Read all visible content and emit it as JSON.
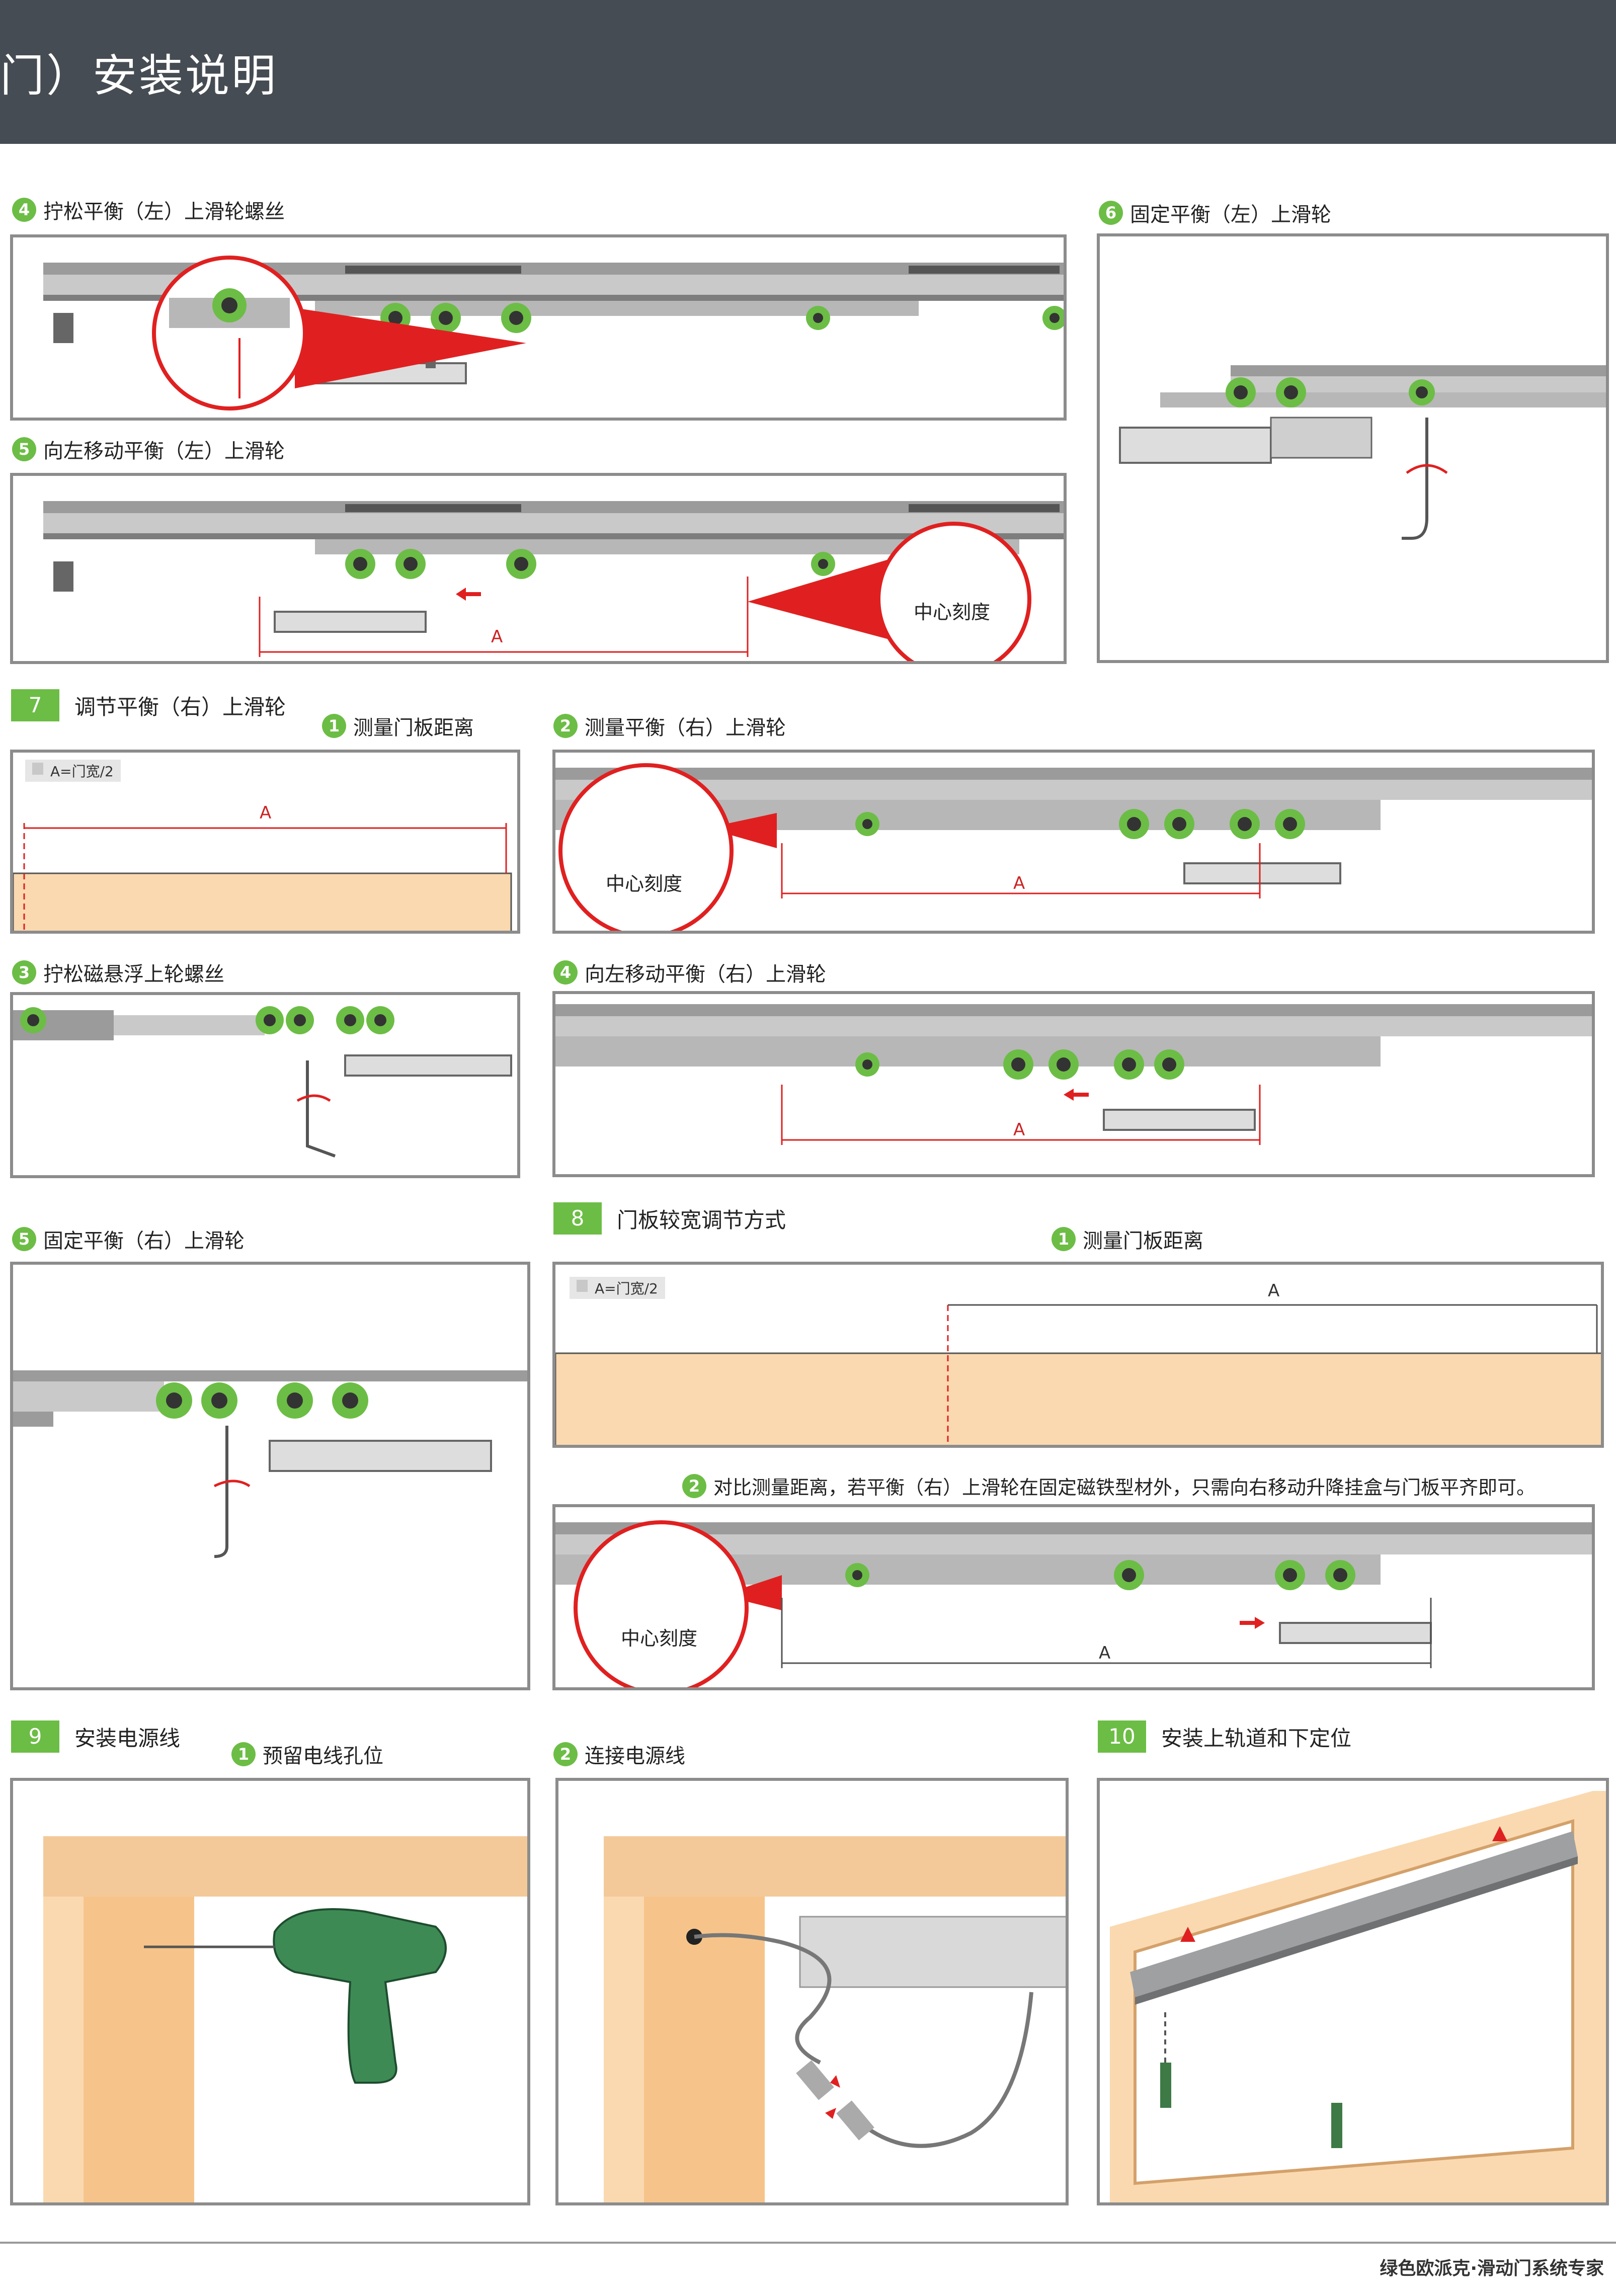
{
  "header": {
    "title": "门）安装说明"
  },
  "step4": {
    "num": "4",
    "label": "拧松平衡（左）上滑轮螺丝"
  },
  "step5": {
    "num": "5",
    "label": "向左移动平衡（左）上滑轮",
    "dim": "A",
    "circle": "中心刻度"
  },
  "step6": {
    "num": "6",
    "label": "固定平衡（左）上滑轮"
  },
  "sec7": {
    "num": "7",
    "title": "调节平衡（右）上滑轮",
    "s1": {
      "num": "1",
      "label": "测量门板距离",
      "note": "A=门宽/2",
      "dim": "A"
    },
    "s2": {
      "num": "2",
      "label": "测量平衡（右）上滑轮",
      "circle": "中心刻度",
      "dim": "A"
    },
    "s3": {
      "num": "3",
      "label": "拧松磁悬浮上轮螺丝"
    },
    "s4": {
      "num": "4",
      "label": "向左移动平衡（右）上滑轮",
      "dim": "A"
    },
    "s5": {
      "num": "5",
      "label": "固定平衡（右）上滑轮"
    }
  },
  "sec8": {
    "num": "8",
    "title": "门板较宽调节方式",
    "s1": {
      "num": "1",
      "label": "测量门板距离",
      "note": "A=门宽/2",
      "dim": "A"
    },
    "s2": {
      "num": "2",
      "label": "对比测量距离，若平衡（右）上滑轮在固定磁铁型材外，只需向右移动升降挂盒与门板平齐即可。",
      "circle": "中心刻度",
      "dim": "A"
    }
  },
  "sec9": {
    "num": "9",
    "title": "安装电源线",
    "s1": {
      "num": "1",
      "label": "预留电线孔位"
    },
    "s2": {
      "num": "2",
      "label": "连接电源线"
    }
  },
  "sec10": {
    "num": "10",
    "title": "安装上轨道和下定位"
  },
  "footer": {
    "text": "绿色欧派克·滑动门系统专家"
  },
  "colors": {
    "header": "#464c53",
    "accent": "#6cbd45",
    "red": "#e02020",
    "wood": "#fad9b0",
    "panel_border": "#8c8c8c"
  }
}
